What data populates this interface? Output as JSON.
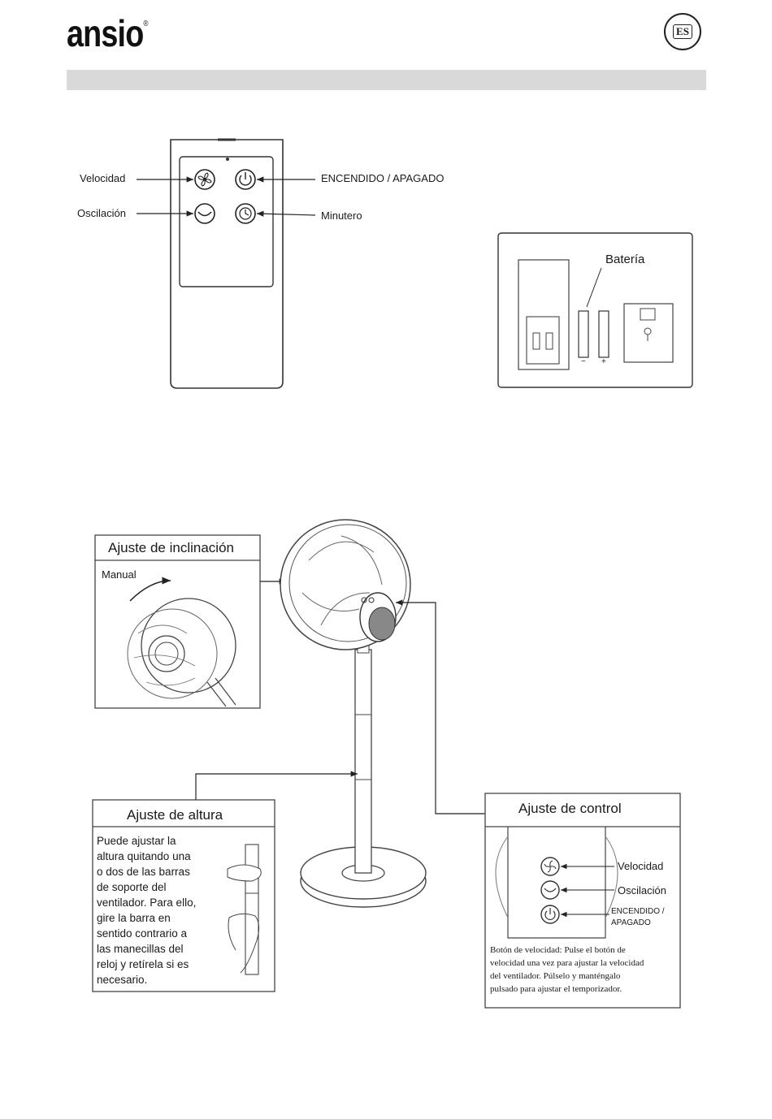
{
  "header": {
    "brand": "ansio",
    "trademark": "®",
    "language_badge": "ES"
  },
  "remote": {
    "labels": {
      "speed": "Velocidad",
      "power": "ENCENDIDO / APAGADO",
      "oscillation": "Oscilación",
      "timer": "Minutero"
    }
  },
  "battery": {
    "label": "Batería",
    "polarity_minus": "−",
    "polarity_plus": "+"
  },
  "tilt_box": {
    "title": "Ajuste de inclinación",
    "mode": "Manual"
  },
  "height_box": {
    "title": "Ajuste de altura",
    "lines": [
      "Puede ajustar la",
      "altura quitando una",
      "o dos de las barras",
      "de soporte del",
      "ventilador. Para ello,",
      "gire la barra en",
      "sentido contrario a",
      "las manecillas del",
      "reloj y retírela si es",
      "necesario."
    ]
  },
  "control_box": {
    "title": "Ajuste de control",
    "labels": {
      "speed": "Velocidad",
      "oscillation": "Oscilación",
      "power_line1": "ENCENDIDO /",
      "power_line2": "APAGADO"
    },
    "description_lines": [
      "Botón de velocidad: Pulse el botón de",
      "velocidad una vez para ajustar la velocidad",
      "del ventilador. Púlselo y manténgalo",
      "pulsado para ajustar el temporizador."
    ]
  },
  "icons": [
    "speed-fan-icon",
    "power-icon",
    "oscillation-icon",
    "timer-clock-icon",
    "es-language-badge-icon"
  ]
}
